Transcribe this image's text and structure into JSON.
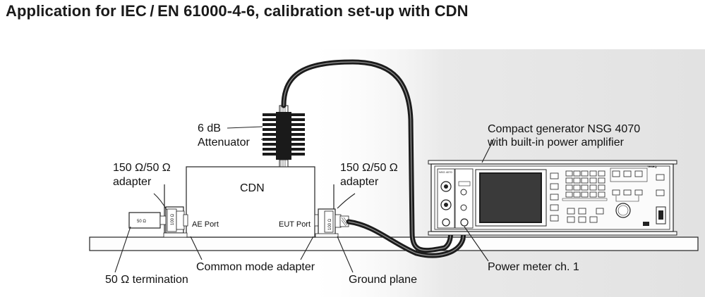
{
  "title": "Application for IEC / EN 61000-4-6, calibration set-up with CDN",
  "labels": {
    "attenuator_line1": "6 dB",
    "attenuator_line2": "Attenuator",
    "cdn": "CDN",
    "adapter_left_line1": "150 Ω/50 Ω",
    "adapter_left_line2": "adapter",
    "adapter_right_line1": "150 Ω/50 Ω",
    "adapter_right_line2": "adapter",
    "ae_port": "AE Port",
    "eut_port": "EUT Port",
    "generator_line1": "Compact generator NSG 4070",
    "generator_line2": "with built-in power amplifier",
    "common_mode_adapter": "Common mode adapter",
    "termination": "50 Ω termination",
    "ground_plane": "Ground plane",
    "power_meter": "Power meter ch. 1"
  },
  "device_text": {
    "resistor_50": "50 Ω",
    "adapter_100_left": "100 Ω",
    "adapter_100_right": "100 Ω",
    "model": "NSG 4070",
    "brand": "TESEQ"
  },
  "colors": {
    "text": "#111111",
    "background_shadow": "#e6e6e6",
    "cable": "#1c1c1c",
    "outline": "#222222"
  }
}
